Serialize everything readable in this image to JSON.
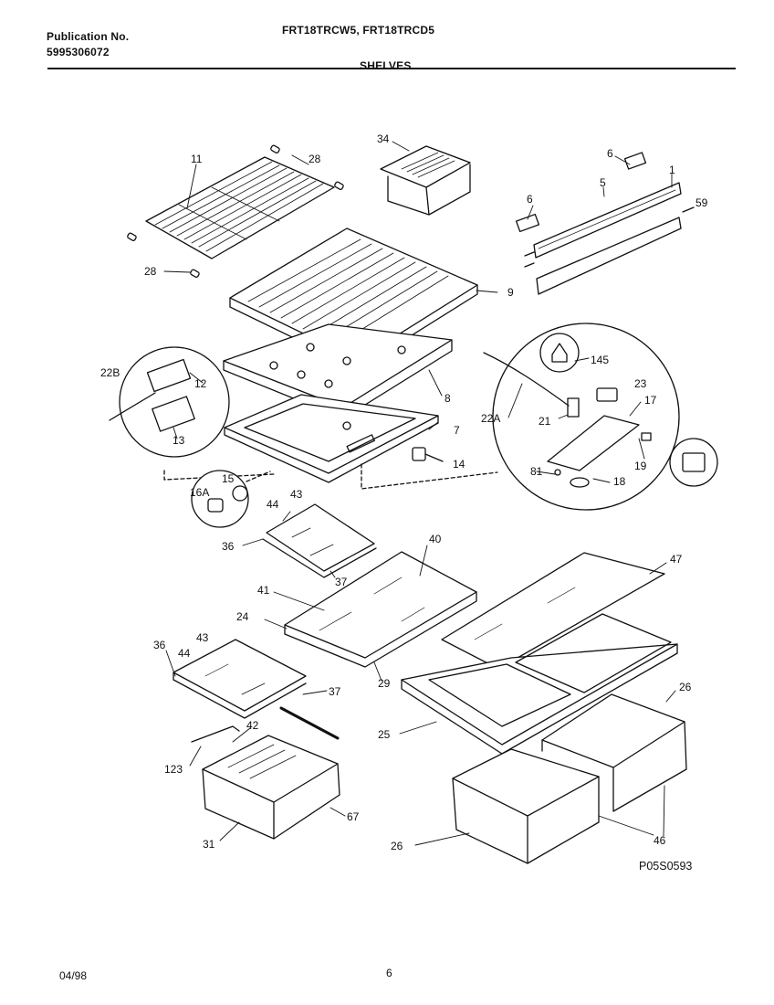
{
  "header": {
    "publication_label": "Publication No.",
    "publication_number": "5995306072",
    "models": "FRT18TRCW5, FRT18TRCD5",
    "section": "SHELVES"
  },
  "diagram": {
    "drawing_code": "P05S0593",
    "callouts": [
      {
        "id": "c11",
        "text": "11"
      },
      {
        "id": "c28a",
        "text": "28"
      },
      {
        "id": "c28b",
        "text": "28"
      },
      {
        "id": "c34",
        "text": "34"
      },
      {
        "id": "c6a",
        "text": "6"
      },
      {
        "id": "c6b",
        "text": "6"
      },
      {
        "id": "c5",
        "text": "5"
      },
      {
        "id": "c1",
        "text": "1"
      },
      {
        "id": "c59",
        "text": "59"
      },
      {
        "id": "c9",
        "text": "9"
      },
      {
        "id": "c22B",
        "text": "22B"
      },
      {
        "id": "c12",
        "text": "12"
      },
      {
        "id": "c13",
        "text": "13"
      },
      {
        "id": "c8",
        "text": "8"
      },
      {
        "id": "c7",
        "text": "7"
      },
      {
        "id": "c14",
        "text": "14"
      },
      {
        "id": "c145",
        "text": "145"
      },
      {
        "id": "c23",
        "text": "23"
      },
      {
        "id": "c17",
        "text": "17"
      },
      {
        "id": "c22A",
        "text": "22A"
      },
      {
        "id": "c21",
        "text": "21"
      },
      {
        "id": "c81",
        "text": "81"
      },
      {
        "id": "c18",
        "text": "18"
      },
      {
        "id": "c19",
        "text": "19"
      },
      {
        "id": "c15",
        "text": "15"
      },
      {
        "id": "c16A",
        "text": "16A"
      },
      {
        "id": "c44a",
        "text": "44"
      },
      {
        "id": "c43a",
        "text": "43"
      },
      {
        "id": "c36a",
        "text": "36"
      },
      {
        "id": "c37a",
        "text": "37"
      },
      {
        "id": "c40",
        "text": "40"
      },
      {
        "id": "c41",
        "text": "41"
      },
      {
        "id": "c24",
        "text": "24"
      },
      {
        "id": "c47",
        "text": "47"
      },
      {
        "id": "c36b",
        "text": "36"
      },
      {
        "id": "c44b",
        "text": "44"
      },
      {
        "id": "c43b",
        "text": "43"
      },
      {
        "id": "c37b",
        "text": "37"
      },
      {
        "id": "c29",
        "text": "29"
      },
      {
        "id": "c26a",
        "text": "26"
      },
      {
        "id": "c42",
        "text": "42"
      },
      {
        "id": "c25",
        "text": "25"
      },
      {
        "id": "c123",
        "text": "123"
      },
      {
        "id": "c67",
        "text": "67"
      },
      {
        "id": "c31",
        "text": "31"
      },
      {
        "id": "c26b",
        "text": "26"
      },
      {
        "id": "c46",
        "text": "46"
      }
    ]
  },
  "footer": {
    "date": "04/98",
    "page": "6"
  }
}
